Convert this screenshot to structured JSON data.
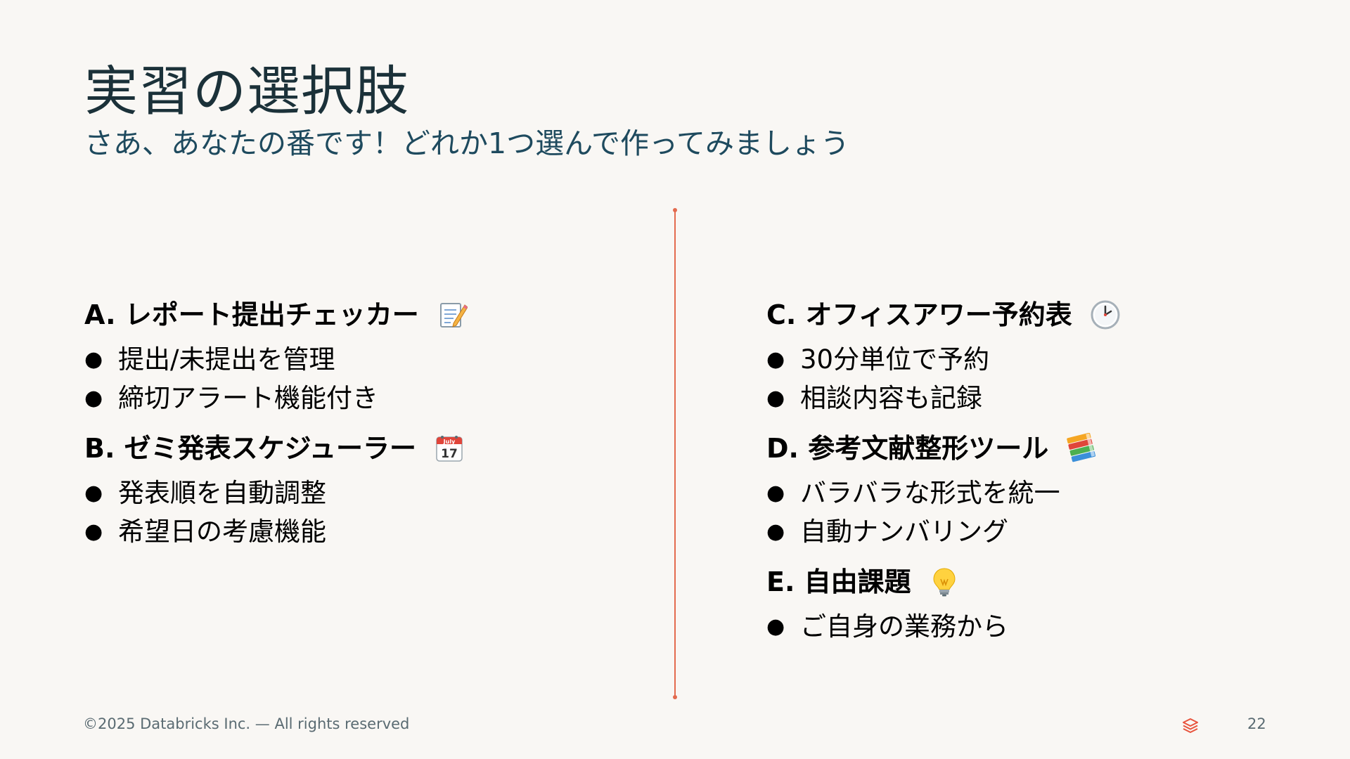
{
  "slide": {
    "title": "実習の選択肢",
    "subtitle": "さあ、あなたの番です！どれか1つ選んで作ってみましょう"
  },
  "left_column": [
    {
      "heading": "A. レポート提出チェッカー",
      "icon": "memo-icon",
      "bullets": [
        "提出/未提出を管理",
        "締切アラート機能付き"
      ]
    },
    {
      "heading": "B. ゼミ発表スケジューラー",
      "icon": "calendar-icon",
      "bullets": [
        "発表順を自動調整",
        "希望日の考慮機能"
      ]
    }
  ],
  "right_column": [
    {
      "heading": "C. オフィスアワー予約表",
      "icon": "clock-icon",
      "bullets": [
        "30分単位で予約",
        "相談内容も記録"
      ]
    },
    {
      "heading": "D. 参考文献整形ツール",
      "icon": "books-icon",
      "bullets": [
        "バラバラな形式を統一",
        "自動ナンバリング"
      ]
    },
    {
      "heading": "E. 自由課題",
      "icon": "lightbulb-icon",
      "bullets": [
        "ご自身の業務から"
      ]
    }
  ],
  "calendar_icon_text": {
    "month": "July",
    "day": "17"
  },
  "bullet_glyph": "●",
  "footer": {
    "copyright": "©2025 Databricks Inc. — All rights reserved",
    "logo": "databricks-logo",
    "page_number": "22"
  },
  "colors": {
    "background": "#F9F7F4",
    "title": "#1B3139",
    "subtitle": "#1E4A5E",
    "divider": "#E36A4E",
    "logo": "#E8533D"
  }
}
